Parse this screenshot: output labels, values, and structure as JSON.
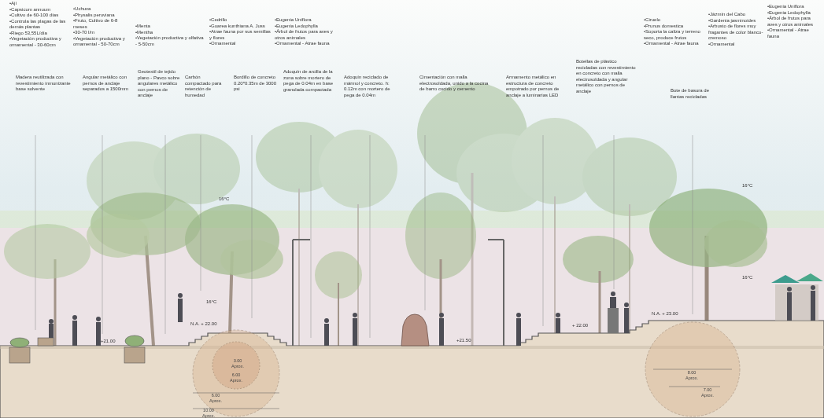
{
  "diagram": {
    "labels": [
      "•Ají",
      "•Capsicum annuum",
      "•Cultivo de 60-100 días",
      "•Controla las plagas de las demás plantas",
      "•Riego 53,55L/día",
      "•Vegetación productiva y ornamental - 30-60cm",
      "•Uchuva",
      "•Physalis peruviana",
      "•Fruto, Cultivo de 6-8 meses",
      "•30-70 l/m",
      "•Vegetación productiva y ornamental - 50-70cm",
      "•Menta",
      "•Mentha",
      "•Vegetación productiva y olfativa - 5-50cm",
      "•Cedrillo",
      "•Guarea kunthiana A. Juss",
      "•Atrae fauna por sus semillas y flores",
      "•Ornamental",
      "•Eugenia Uniflora",
      "•Eugenia Ledophylla",
      "•Árbol de frutos para aves y otros animales",
      "•Ornamental - Atrae fauna",
      "•Ciruelo",
      "•Prunus domestica",
      "•Soporta la caliza y terreno seco, produce frutos",
      "•Ornamental - Atrae fauna",
      "•Jázmín del Cabo",
      "•Gardenia jasminoides",
      "•Arbusto de flores muy fragantes de color blanco-cremoso",
      "•Ornamental",
      "•Eugenia Uniflora",
      "•Eugenia Ledophylla",
      "•Árbol de frutos para aves y otros animales",
      "•Ornamental - Atrae fauna",
      "Madera reutilizada con revestimiento inmunizante base solvente",
      "Angular metálico con pernos de anclaje separados a 1500mm",
      "Geotextil de tejido plano - Pavco sobre angulares metálico con pernos de anclaje",
      "Carbón compactado para retención de humedad",
      "Bordillo de concreto 0.20*0.35m de 3000 psi",
      "Adoquín de arcilla de la zona sobre mortero de pega de 0.04m en base granulada compactada",
      "Adoquín reciclado de mármol y concreto. h: 0.12m con mortero de pega de 0.04m",
      "Cimentación con malla electrosoldada, unido a la cocina de barro cocido y cemento",
      "Armamento metálico en estructura de concreto empotrado por pernos de anclaje a luminarias LED",
      "Botellas de plástico recicladas con revestimiento en concreto con malla electrosoldada y angular metálico con pernos de anclaje",
      "Bote de basura de llantas recicladas",
      "16°C",
      "16°C",
      "16°C",
      "16°C",
      "N.A. + 22.00",
      "+21.00",
      "+21.50",
      "+ 22.00",
      "N.A. + 23.00",
      "3.00 Aprox.",
      "6.00 Aprox.",
      "6.00 Aprox.",
      "10.00 Aprox.",
      "8.00 Aprox.",
      "7.00 Aprox."
    ]
  }
}
